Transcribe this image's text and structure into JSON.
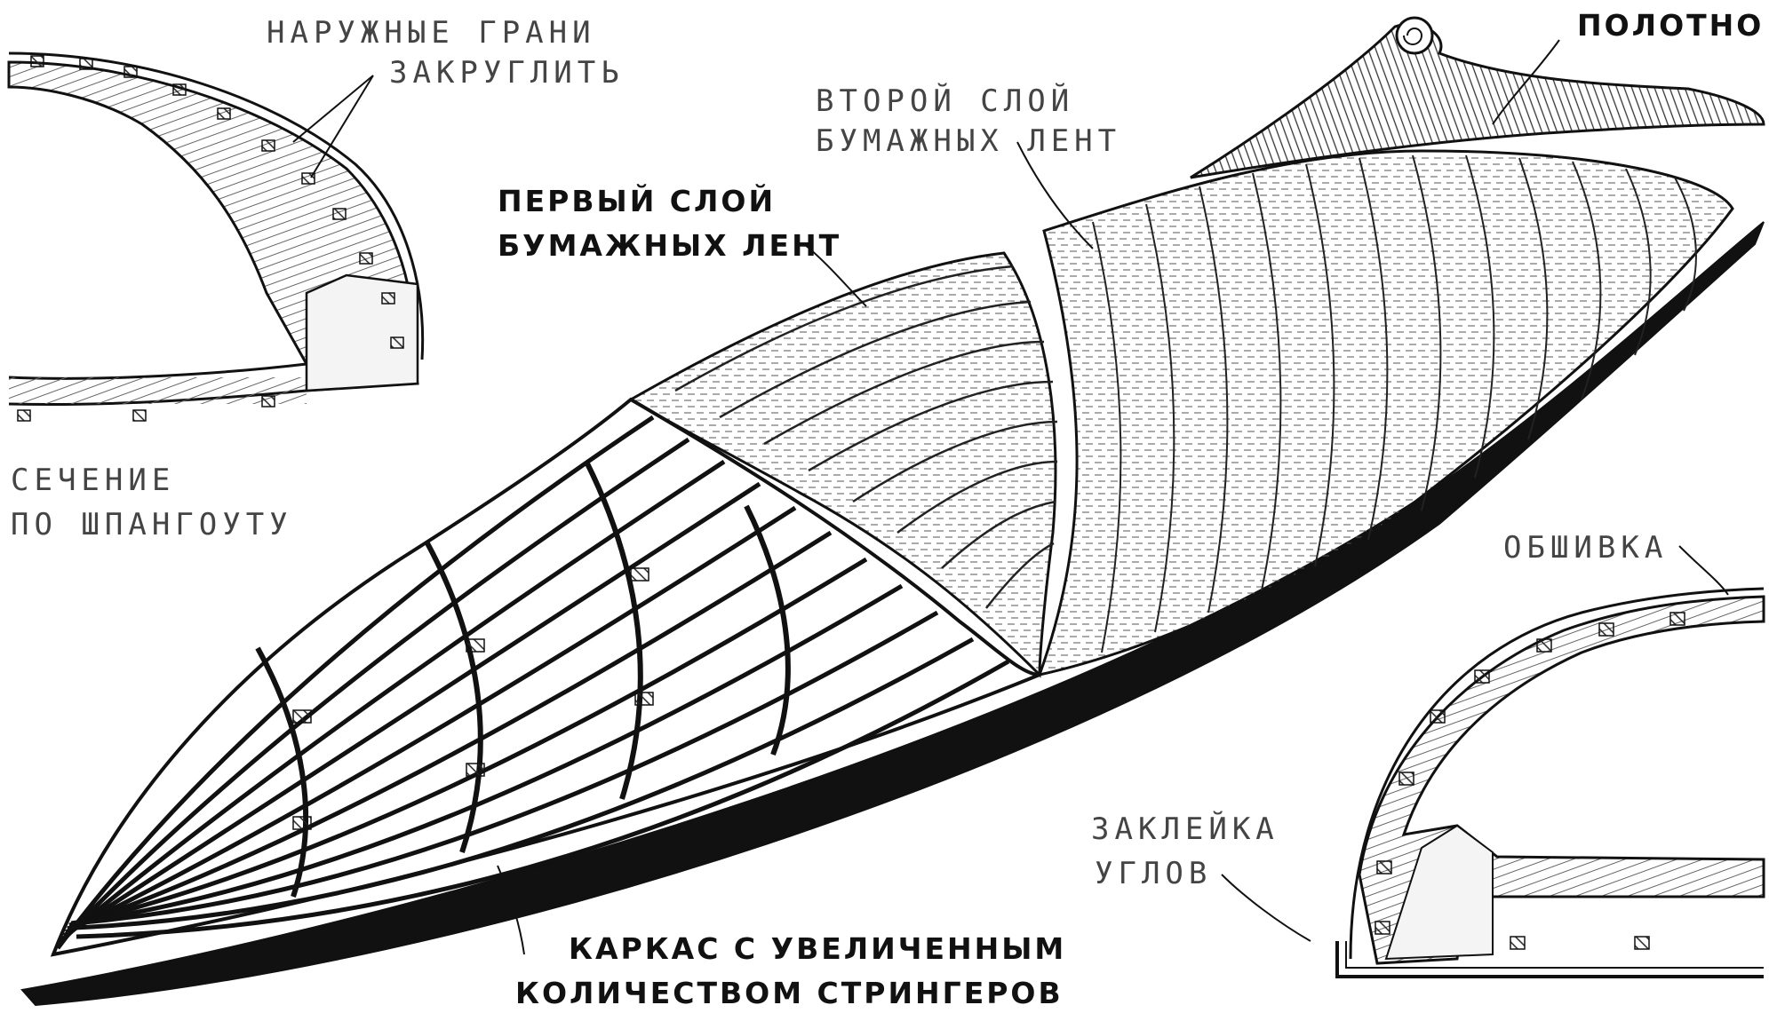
{
  "labels": {
    "outer_edges_line1": "НАРУЖНЫЕ ГРАНИ",
    "outer_edges_line2": "ЗАКРУГЛИТЬ",
    "section_line1": "СЕЧЕНИЕ",
    "section_line2": "ПО ШПАНГОУТУ",
    "first_layer_line1": "ПЕРВЫЙ СЛОЙ",
    "first_layer_line2": "БУМАЖНЫХ ЛЕНТ",
    "second_layer_line1": "ВТОРОЙ СЛОЙ",
    "second_layer_line2": "БУМАЖНЫХ ЛЕНТ",
    "cloth": "ПОЛОТНО",
    "skin": "ОБШИВКА",
    "corner_gluing_line1": "ЗАКЛЕЙКА",
    "corner_gluing_line2": "УГЛОВ",
    "frame_line1": "КАРКАС С УВЕЛИЧЕННЫМ",
    "frame_line2": "КОЛИЧЕСТВОМ СТРИНГЕРОВ"
  }
}
